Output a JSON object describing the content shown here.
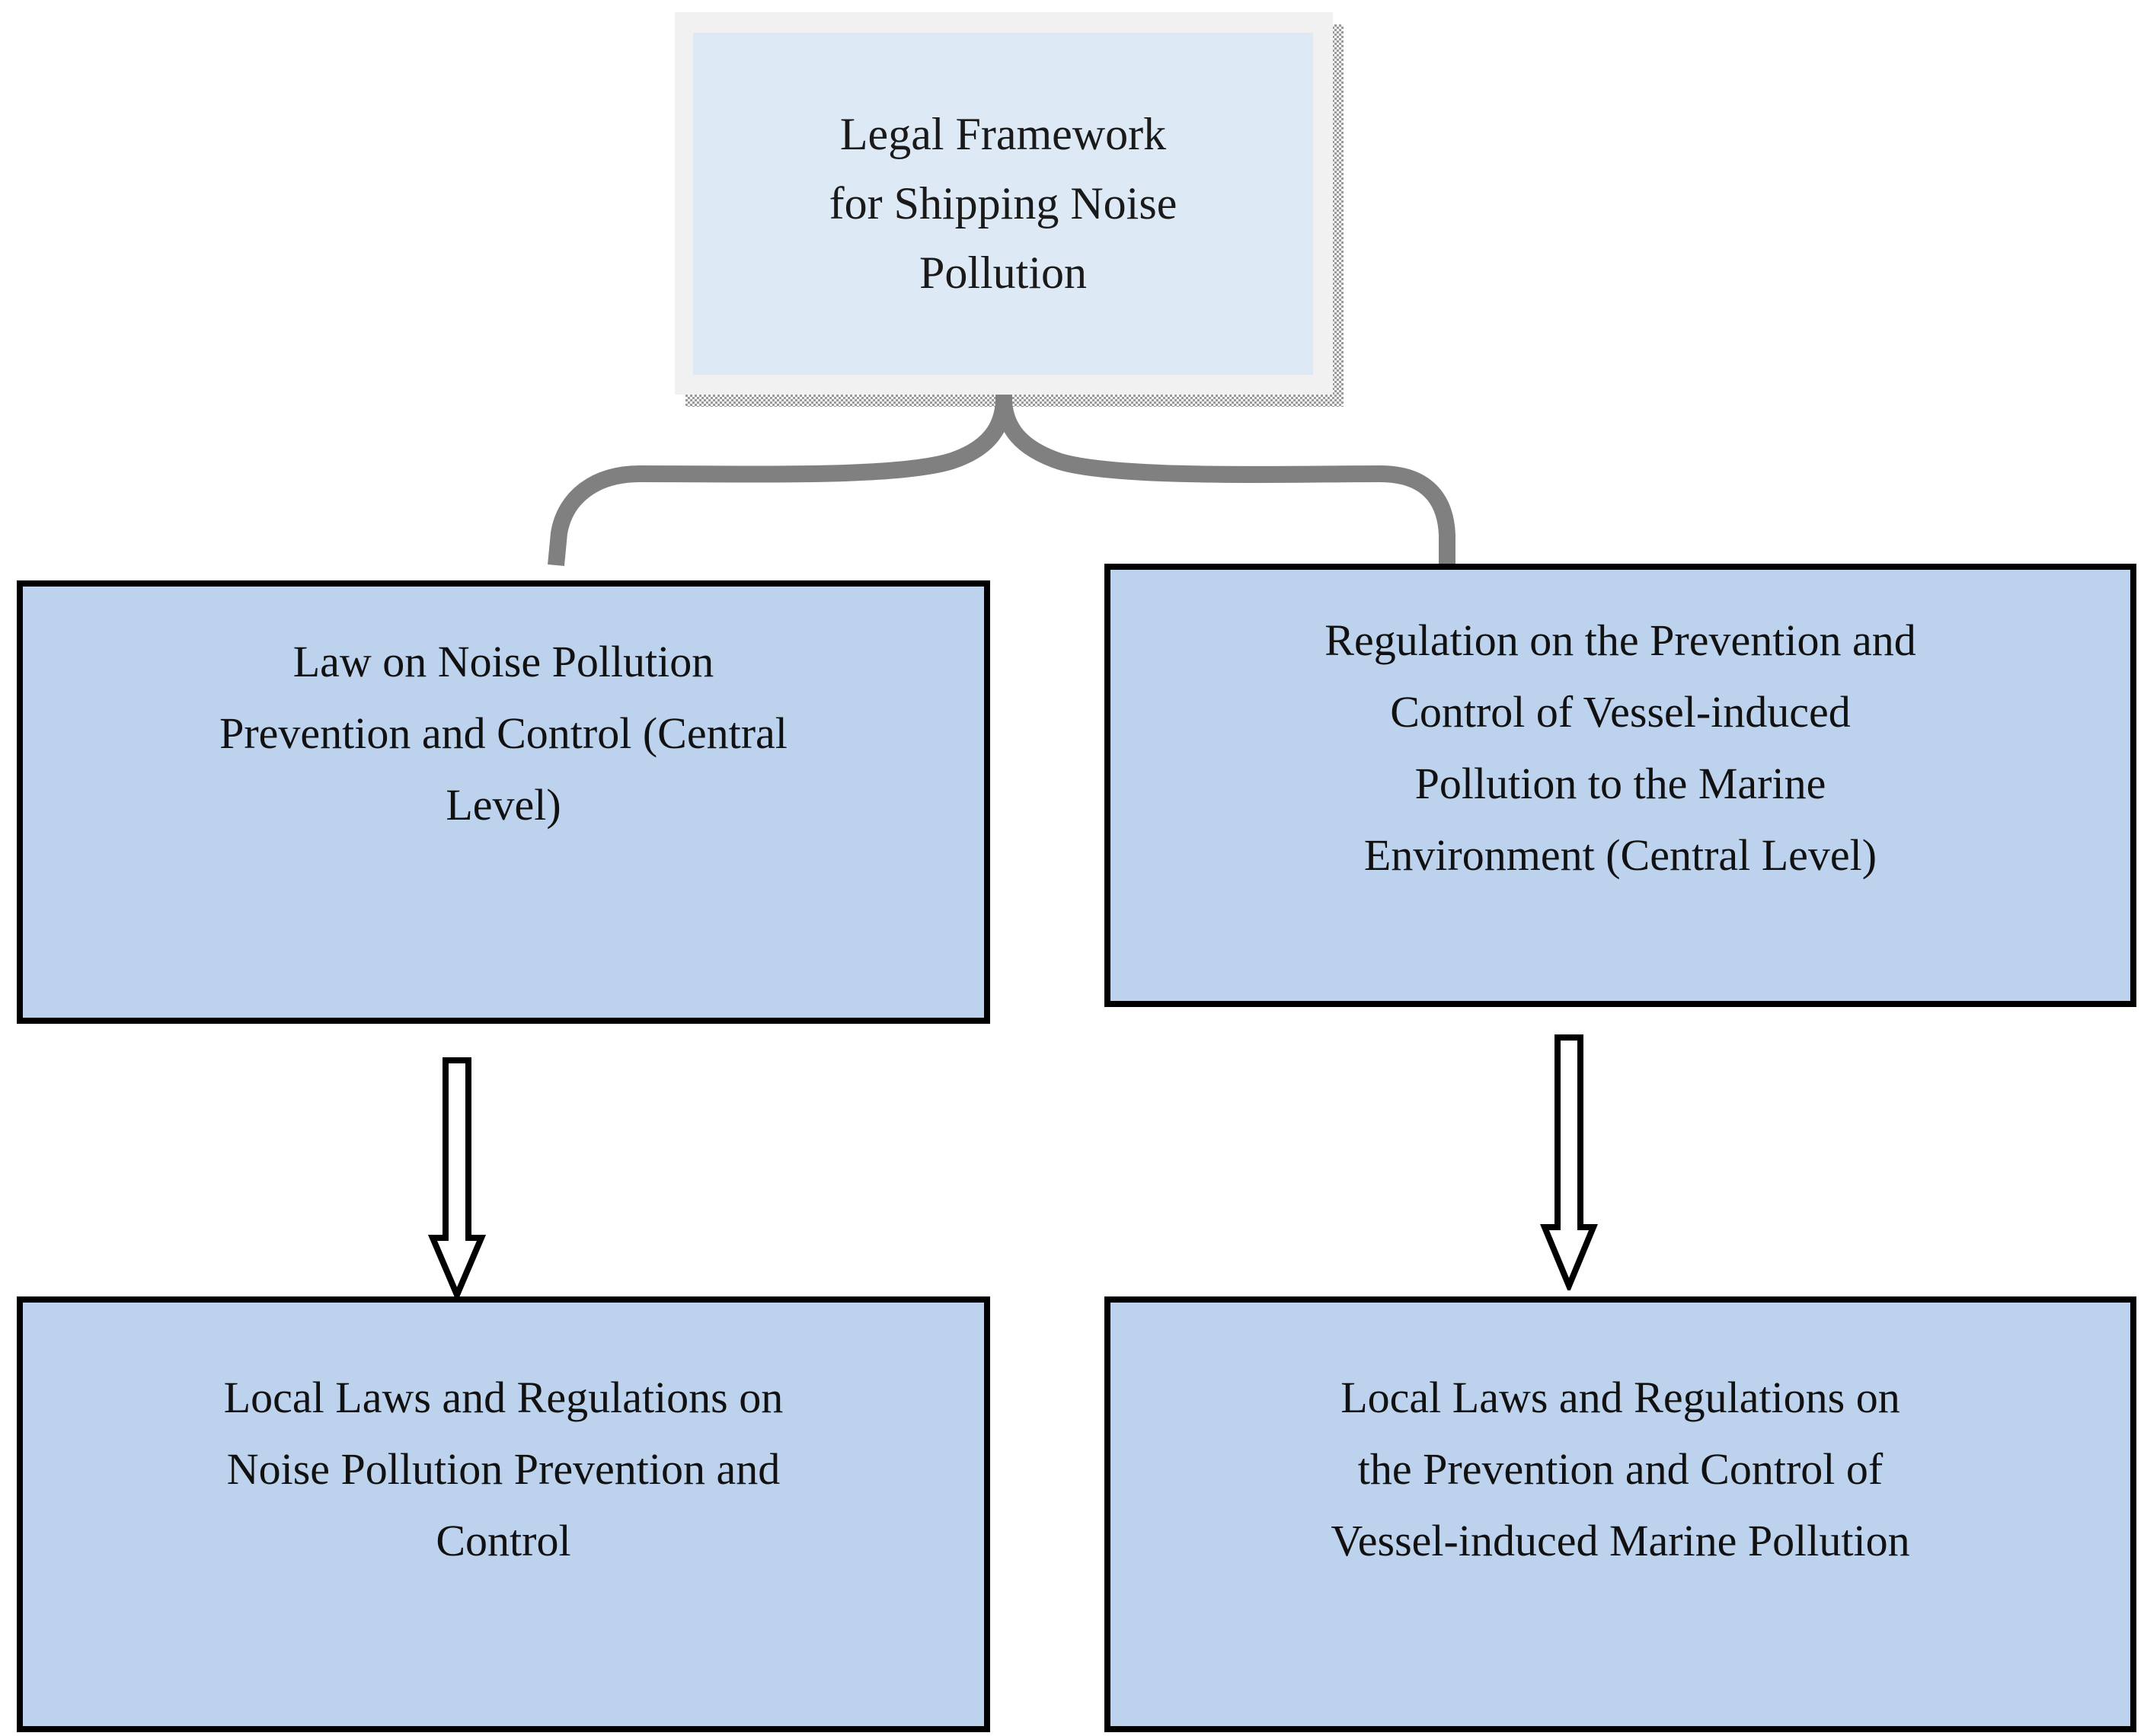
{
  "diagram": {
    "title": "Legal Framework for Shipping Noise Pollution",
    "type": "hierarchy-flowchart",
    "colors": {
      "root_fill": "#dee9f6",
      "root_frame": "#f1f1f1",
      "root_shadow": "#9a9a9a",
      "node_fill": "#bdd2ec",
      "node_border": "#000000",
      "connector": "#808080",
      "arrow_fill": "#ffffff",
      "arrow_stroke": "#000000",
      "text": "#111111",
      "background": "#ffffff"
    },
    "root": {
      "id": "legal-framework",
      "label": "Legal Framework for Shipping Noise Pollution",
      "lines": [
        "Legal Framework",
        "for Shipping Noise",
        "Pollution"
      ]
    },
    "central_level": [
      {
        "id": "law-noise-pollution",
        "label": "Law on Noise Pollution Prevention and Control (Central Level)",
        "lines": [
          "Law on Noise Pollution",
          "Prevention and Control (Central",
          "Level)"
        ]
      },
      {
        "id": "regulation-vessel-pollution",
        "label": "Regulation on the Prevention and Control of Vessel-induced Pollution to the Marine Environment (Central Level)",
        "lines": [
          "Regulation on the Prevention and",
          "Control of Vessel-induced",
          "Pollution to the Marine",
          "Environment (Central Level)"
        ]
      }
    ],
    "local_level": [
      {
        "id": "local-noise-pollution",
        "label": "Local Laws and Regulations on Noise Pollution Prevention and Control",
        "lines": [
          "Local Laws and Regulations on",
          "Noise Pollution Prevention and",
          "Control"
        ]
      },
      {
        "id": "local-vessel-pollution",
        "label": "Local Laws and Regulations on the Prevention and Control of Vessel-induced Marine Pollution",
        "lines": [
          "Local Laws and Regulations on",
          "the Prevention and Control of",
          "Vessel-induced Marine Pollution"
        ]
      }
    ],
    "connectors": [
      {
        "id": "root-branch",
        "from": "legal-framework",
        "to": [
          "law-noise-pollution",
          "regulation-vessel-pollution"
        ],
        "style": "curved-fork",
        "color": "#808080"
      },
      {
        "id": "arrow-left",
        "from": "law-noise-pollution",
        "to": "local-noise-pollution",
        "style": "hollow-block-arrow-down"
      },
      {
        "id": "arrow-right",
        "from": "regulation-vessel-pollution",
        "to": "local-vessel-pollution",
        "style": "hollow-block-arrow-down"
      }
    ]
  }
}
